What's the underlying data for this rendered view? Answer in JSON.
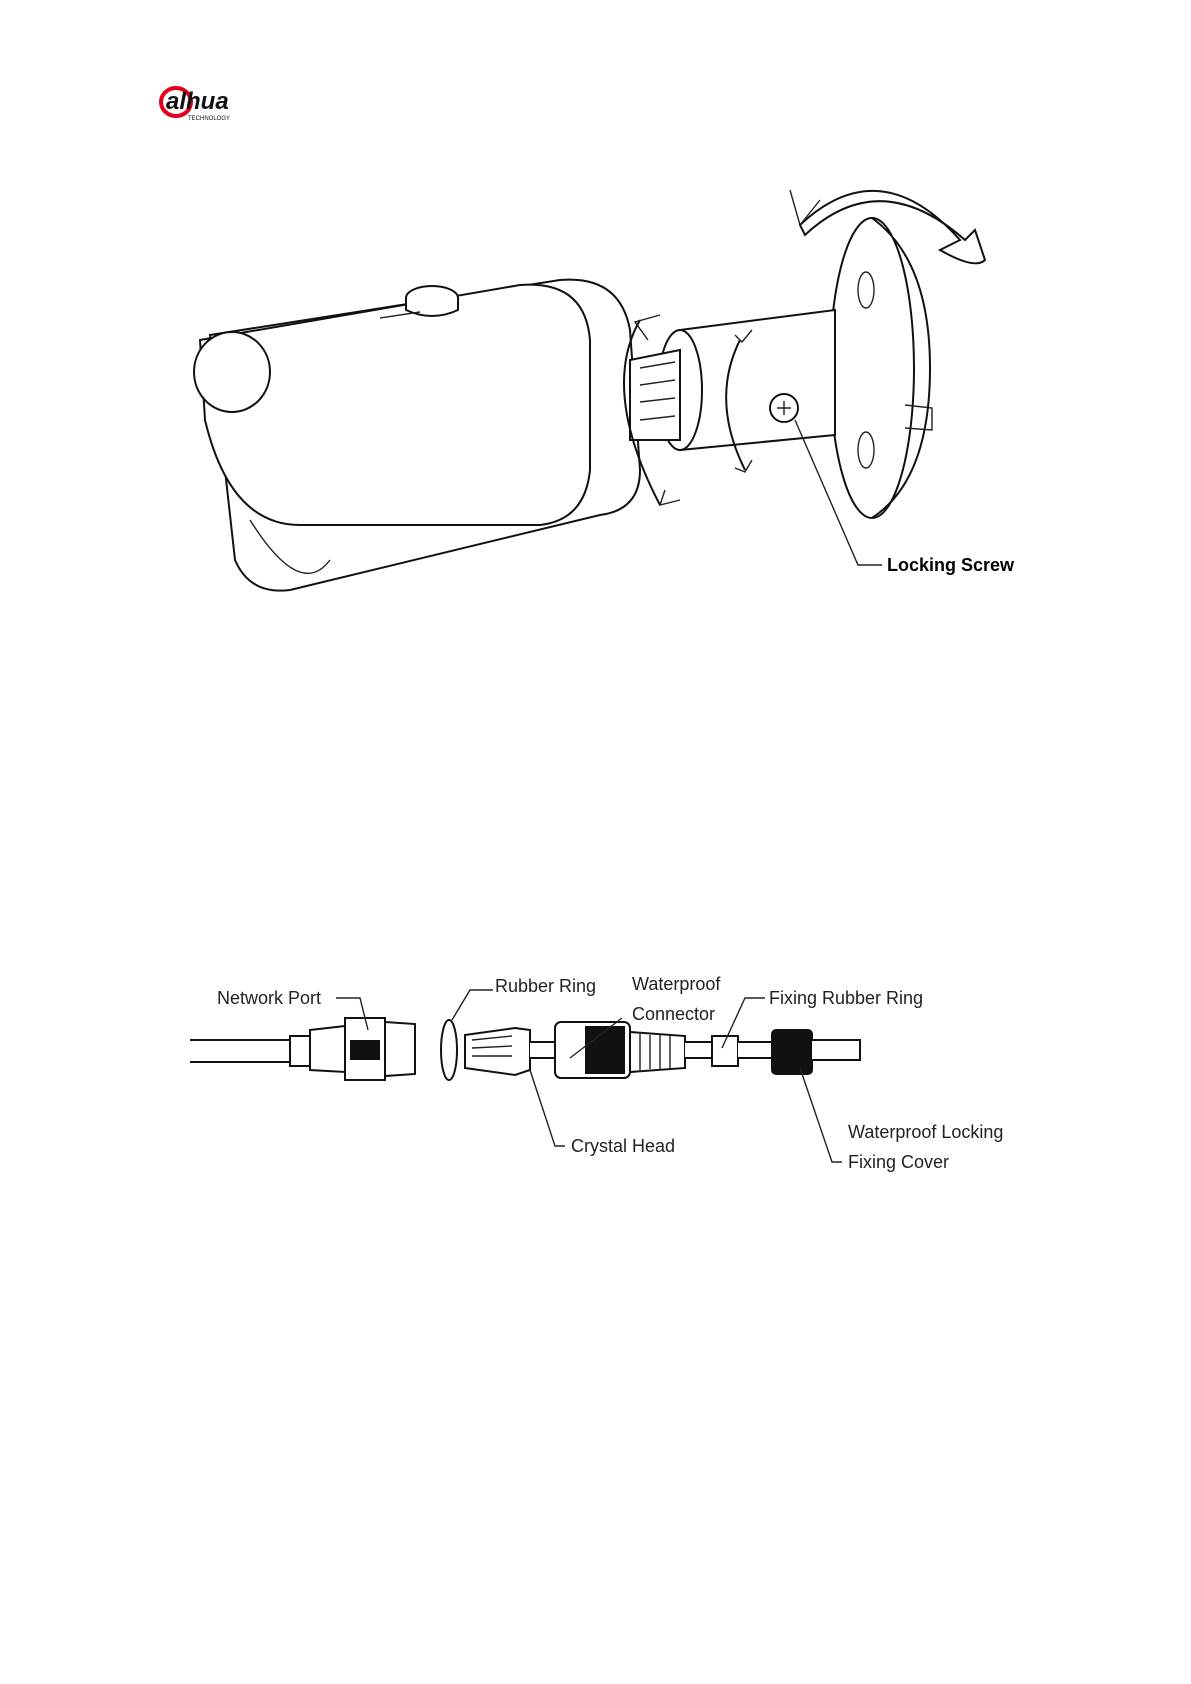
{
  "header": {
    "logo_text": "alhua",
    "logo_sub": "TECHNOLOGY",
    "brand_color": "#e3001b"
  },
  "figure_camera": {
    "label_locking_screw": "Locking Screw"
  },
  "figure_connector": {
    "label_network_port": "Network Port",
    "label_rubber_ring": "Rubber Ring",
    "label_waterproof_connector_1": "Waterproof",
    "label_waterproof_connector_2": "Connector",
    "label_fixing_rubber_ring": "Fixing Rubber Ring",
    "label_crystal_head": "Crystal Head",
    "label_locking_cover_1": "Waterproof Locking",
    "label_locking_cover_2": "Fixing Cover"
  }
}
